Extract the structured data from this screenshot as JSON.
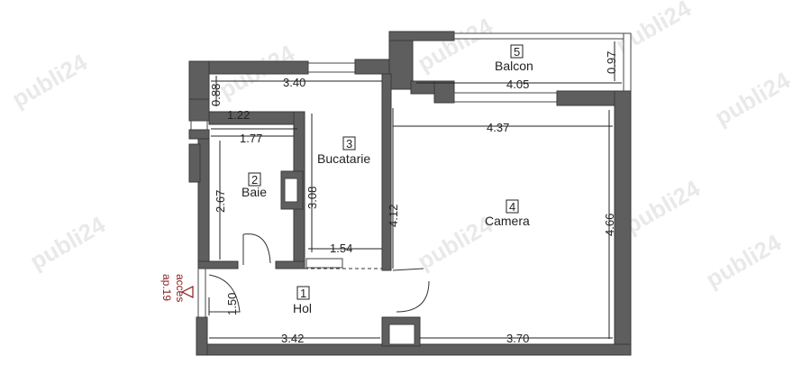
{
  "watermark": "publi24",
  "rooms": [
    {
      "number": "1",
      "name": "Hol"
    },
    {
      "number": "2",
      "name": "Baie"
    },
    {
      "number": "3",
      "name": "Bucatarie"
    },
    {
      "number": "4",
      "name": "Camera"
    },
    {
      "number": "5",
      "name": "Balcon"
    }
  ],
  "dimensions": {
    "bucatarie_width": "3.40",
    "bucatarie_depth": "3.08",
    "bucatarie_wall": "0.88",
    "baie_top": "1.22",
    "baie_width": "1.77",
    "baie_depth": "2.67",
    "hol_inner": "1.54",
    "hol_door": "1.50",
    "hol_width": "3.42",
    "camera_top": "4.37",
    "camera_depth": "4.66",
    "camera_left": "4.12",
    "camera_bottom": "3.70",
    "balcon_width": "4.05",
    "balcon_depth": "0.97"
  },
  "entrance": {
    "line1": "acces",
    "line2": "ap.19"
  }
}
